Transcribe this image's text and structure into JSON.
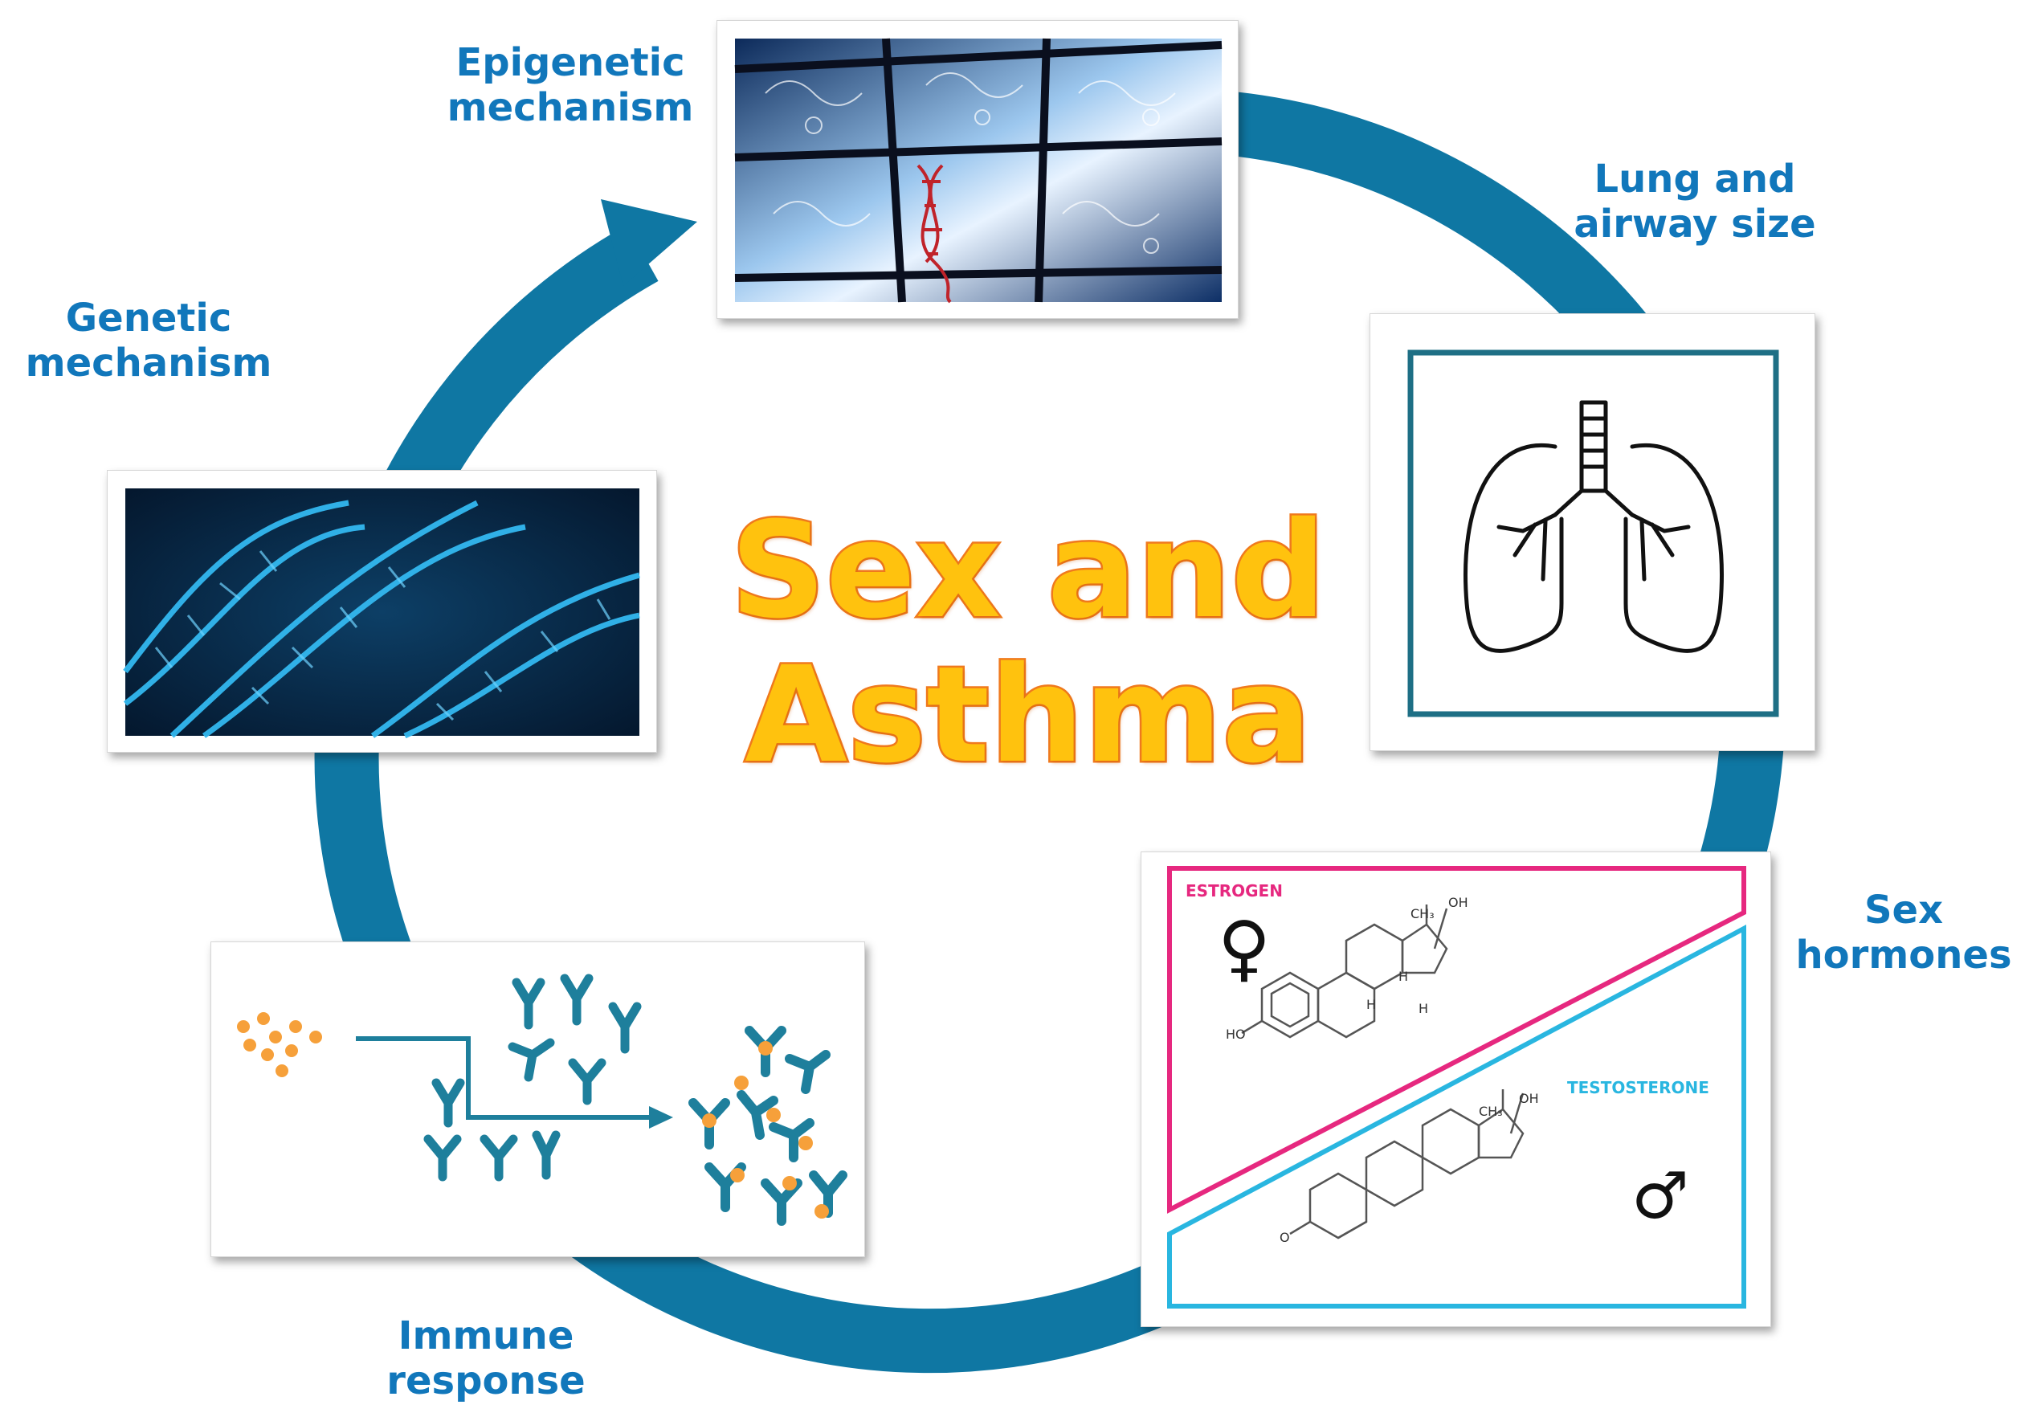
{
  "title": {
    "line1": "Sex and",
    "line2": "Asthma"
  },
  "labels": {
    "epigenetic": {
      "line1": "Epigenetic",
      "line2": "mechanism"
    },
    "lung": {
      "line1": "Lung and",
      "line2": "airway size"
    },
    "genetic": {
      "line1": "Genetic",
      "line2": "mechanism"
    },
    "hormones": {
      "line1": "Sex",
      "line2": "hormones"
    },
    "immune": {
      "line1": "Immune",
      "line2": "response"
    }
  },
  "hormones_panel": {
    "estrogen": "ESTROGEN",
    "testosterone": "TESTOSTERONE",
    "ch3": "CH₃",
    "oh": "OH",
    "ho": "HO",
    "h": "H",
    "o": "O",
    "female_symbol": "♀",
    "male_symbol": "♂"
  },
  "colors": {
    "ring": "#0f77a3",
    "label_text": "#1177bb",
    "title_fill": "#ffc20e",
    "title_outline": "#f07a1e",
    "estrogen": "#e6287f",
    "testosterone": "#29b6e0",
    "antibody": "#1e7f9c",
    "antigen": "#f6a03a",
    "lung_frame": "#1e6f85"
  },
  "icons": [
    "dna-helix-icon",
    "lungs-icon",
    "antibody-icon",
    "estrogen-structure-icon",
    "testosterone-structure-icon",
    "female-symbol-icon",
    "male-symbol-icon"
  ]
}
